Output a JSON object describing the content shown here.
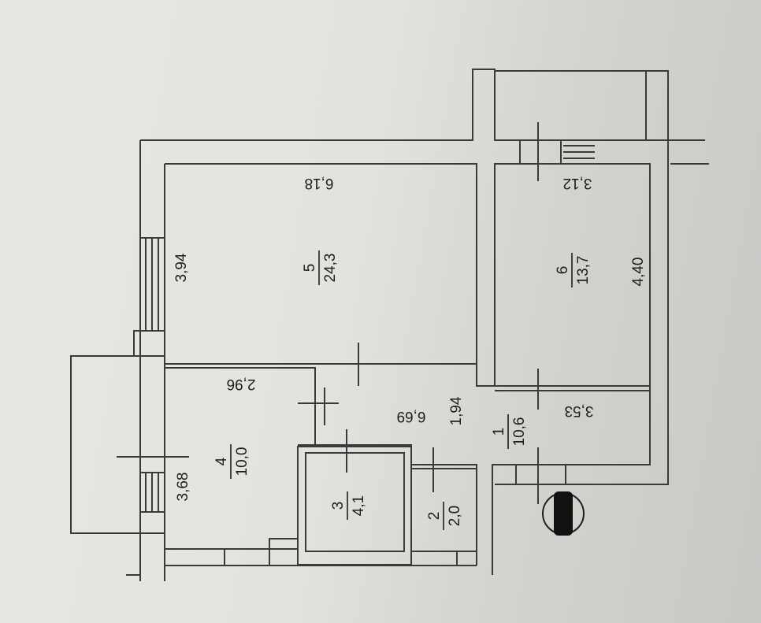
{
  "rooms": [
    {
      "id": "1",
      "number": "1",
      "area": "10,6"
    },
    {
      "id": "2",
      "number": "2",
      "area": "2,0"
    },
    {
      "id": "3",
      "number": "3",
      "area": "4,1"
    },
    {
      "id": "4",
      "number": "4",
      "area": "10,0"
    },
    {
      "id": "5",
      "number": "5",
      "area": "24,3"
    },
    {
      "id": "6",
      "number": "6",
      "area": "13,7"
    }
  ],
  "dimensions": {
    "room5_length": "6,18",
    "room5_width": "3,94",
    "room6_length": "3,12",
    "room6_width": "4,40",
    "room1_length": "6,69",
    "room1_width": "1,94",
    "room1_right": "3,53",
    "room4_length": "2,96",
    "room4_width": "3,68"
  },
  "colors": {
    "wall_line": "#3a3a3a",
    "ink": "#1d1d1d",
    "paper": "#e6e4e0",
    "riser_fill": "#111111"
  },
  "icons": [
    "riser-symbol-icon"
  ]
}
